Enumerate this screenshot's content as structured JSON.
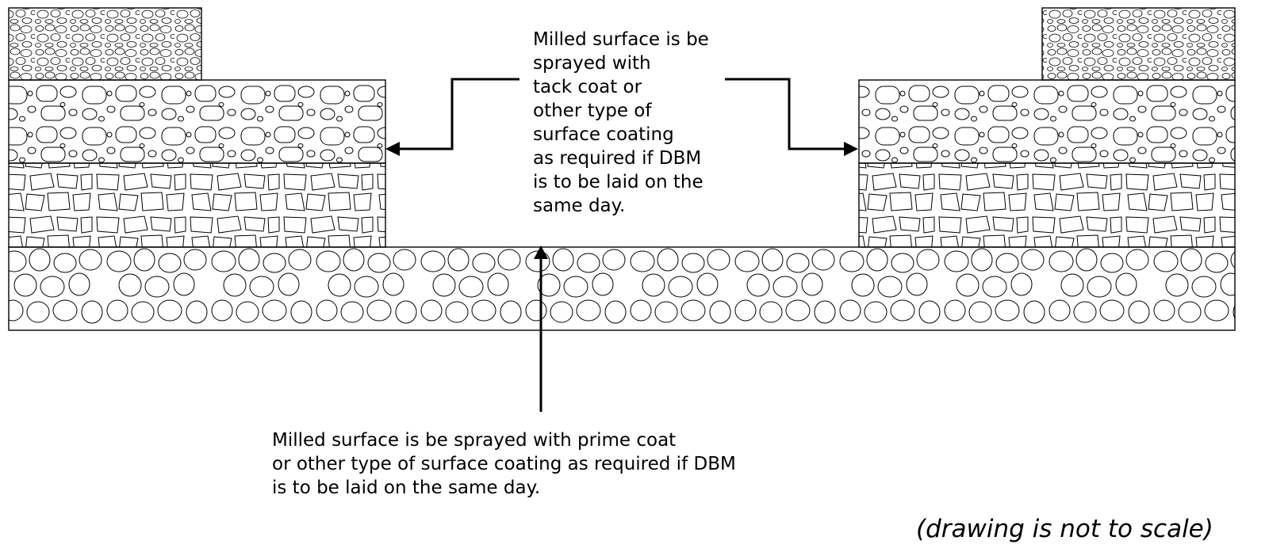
{
  "annotations": {
    "tack_coat_note": "Milled surface is be\nsprayed with\ntack coat or\nother type of\nsurface coating\nas required if DBM\nis to be laid on the\nsame day.",
    "prime_coat_note": "Milled surface is be sprayed with prime coat\nor other type of surface coating as required if DBM\nis to be laid on the same day.",
    "scale_note": "(drawing is not to scale)"
  },
  "colors": {
    "line": "#000000",
    "background": "#ffffff"
  },
  "patterns": {
    "wearing_course": "fine-aggregate-texture",
    "binder_course": "mixed-aggregate-texture",
    "base_course": "block-aggregate-texture",
    "sub_base": "cobble-texture"
  }
}
